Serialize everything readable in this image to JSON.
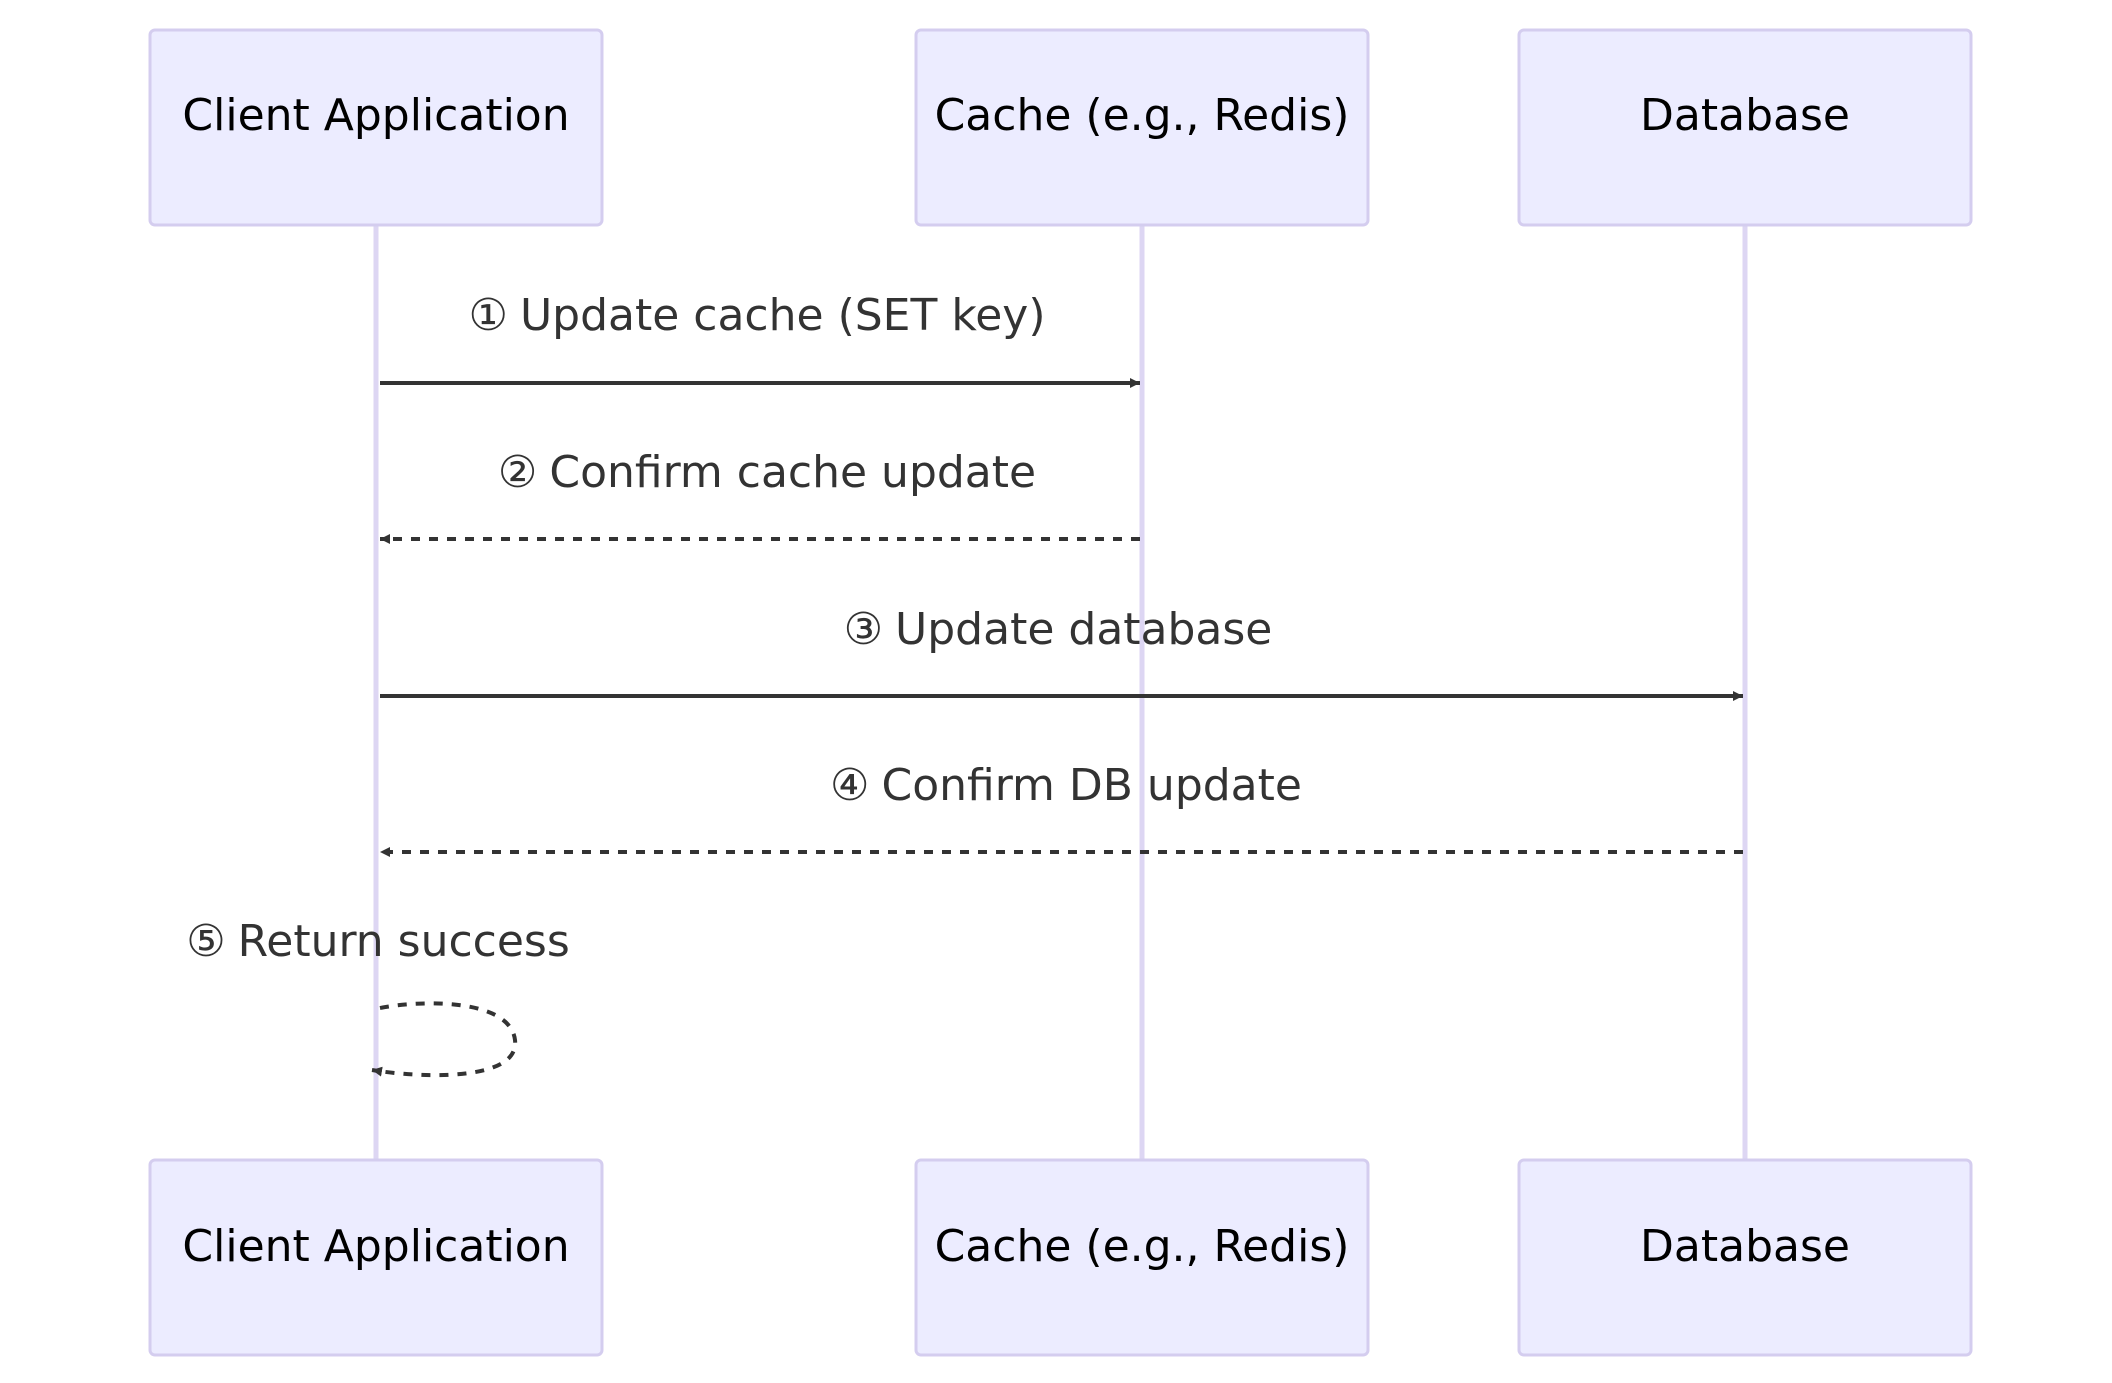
{
  "actors": [
    {
      "id": "client",
      "label": "Client Application"
    },
    {
      "id": "cache",
      "label": "Cache (e.g., Redis)"
    },
    {
      "id": "db",
      "label": "Database"
    }
  ],
  "messages": [
    {
      "number": "①",
      "text": "Update cache (SET key)",
      "from": "client",
      "to": "cache",
      "style": "solid"
    },
    {
      "number": "②",
      "text": "Confirm cache update",
      "from": "cache",
      "to": "client",
      "style": "dashed"
    },
    {
      "number": "③",
      "text": "Update database",
      "from": "client",
      "to": "db",
      "style": "solid"
    },
    {
      "number": "④",
      "text": "Confirm DB update",
      "from": "db",
      "to": "client",
      "style": "dashed"
    },
    {
      "number": "⑤",
      "text": "Return success",
      "from": "client",
      "to": "client",
      "style": "dashed"
    }
  ],
  "colors": {
    "actor_fill": "#ECECFF",
    "actor_border": "#D4CDEF",
    "lifeline": "#DDD6F3",
    "arrow": "#333333"
  }
}
